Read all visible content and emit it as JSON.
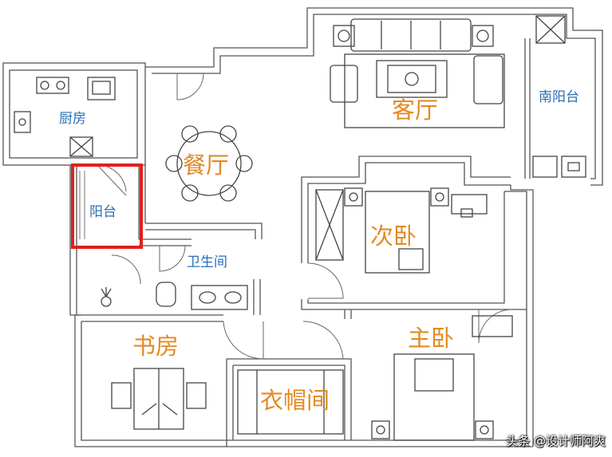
{
  "rooms": {
    "kitchen": "厨房",
    "dining": "餐厅",
    "living": "客厅",
    "south_balcony": "南阳台",
    "balcony": "阳台",
    "bathroom": "卫生间",
    "second_bedroom": "次卧",
    "study": "书房",
    "master_bedroom": "主卧",
    "cloakroom": "衣帽间"
  },
  "watermark": "头条 @设计师阿爽",
  "colors": {
    "wall": "#555555",
    "wall_fill": "#ffffff",
    "furniture": "#444444",
    "highlight": "#e0201b",
    "label_blue": "#2a6fb5",
    "label_orange": "#e38a22"
  }
}
